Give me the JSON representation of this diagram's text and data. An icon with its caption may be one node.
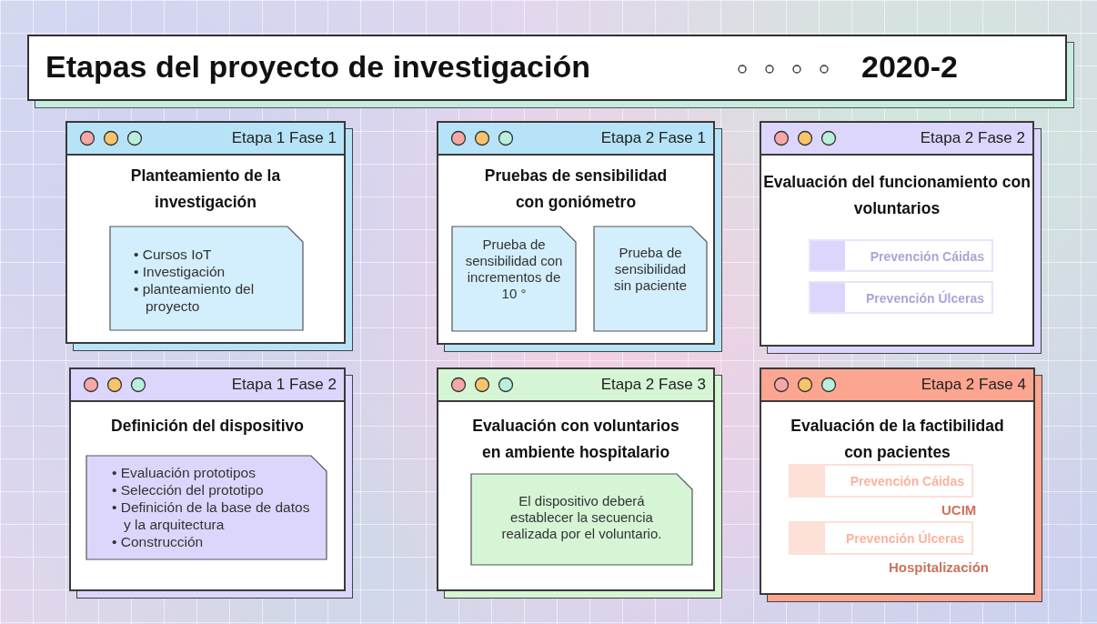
{
  "diagram": {
    "title": "Etapas del proyecto de investigación",
    "nodes": [
      {
        "text": [
          "Etapa 1 Fase 1",
          "Planteamiento de la investigación"
        ]
      },
      {
        "text": [
          "• Cursos IoT",
          "• Investigación",
          "• planteamiento del proyecto"
        ],
        "in": 0
      },
      {
        "text": [
          "Etapa 2 Fase 1",
          "Pruebas de sensibilidad con goniómetro"
        ]
      },
      {
        "text": [
          "Prueba de sensibilidad con incrementos de 10 °"
        ],
        "in": 2
      },
      {
        "text": [
          "Prueba de sensibilidad sin paciente"
        ],
        "in": 2
      },
      {
        "text": [
          "Etapa 2 Fase 2",
          "Evaluación del funcionamiento con voluntarios"
        ]
      },
      {
        "text": [
          "Prevención Cáidas"
        ],
        "in": 5
      },
      {
        "text": [
          "Prevención Úlceras"
        ],
        "in": 5
      },
      {
        "text": [
          "Etapa 1 Fase 2",
          "Definición del dispositivo"
        ]
      },
      {
        "text": [
          "• Evaluación prototipos",
          "• Selección del prototipo",
          "• Definición de la base de datos y  la arquitectura",
          "• Construcción"
        ],
        "in": 8
      },
      {
        "text": [
          "Etapa 2 Fase 3",
          "Evaluación con voluntarios en ambiente hospitalario"
        ]
      },
      {
        "text": [
          "El dispositivo deberá establecer la secuencia realizada por el voluntario."
        ],
        "in": 10
      },
      {
        "text": [
          "Etapa 2 Fase 4",
          "Evaluación de la factibilidad con pacientes"
        ]
      },
      {
        "text": [
          "Prevención Cáidas"
        ],
        "in": 12,
        "beside": [
          "UCIM"
        ]
      },
      {
        "text": [
          "Prevención Úlceras"
        ],
        "in": 12,
        "beside": [
          "Hospitalización"
        ]
      }
    ],
    "labels": [
      "2020-2"
    ]
  }
}
